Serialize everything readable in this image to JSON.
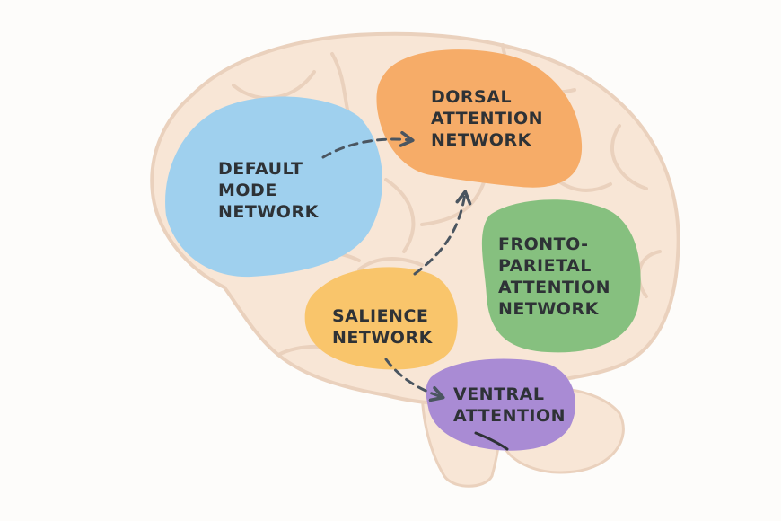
{
  "regions": {
    "default_mode": {
      "label": "DEFAULT\nMODE\nNETWORK",
      "color": "#9fd0ee"
    },
    "dorsal_attention": {
      "label": "DORSAL\nATTENTION\nNETWORK",
      "color": "#f6ac68"
    },
    "frontoparietal": {
      "label": "FRONTO-\nPARIETAL\nATTENTION\nNETWORK",
      "color": "#86c07f"
    },
    "salience": {
      "label": "SALIENCE\nNETWORK",
      "color": "#f9c56b"
    },
    "ventral_attention": {
      "label": "VENTRAL\nATTENTION",
      "color": "#a98bd4"
    }
  },
  "arrows": [
    {
      "from": "default_mode",
      "to": "dorsal_attention"
    },
    {
      "from": "salience",
      "to": "dorsal_attention"
    },
    {
      "from": "salience",
      "to": "ventral_attention"
    }
  ],
  "brain": {
    "fill": "#f8e6d6",
    "outline": "#ead1bd"
  },
  "arrow_color": "#4a5560"
}
